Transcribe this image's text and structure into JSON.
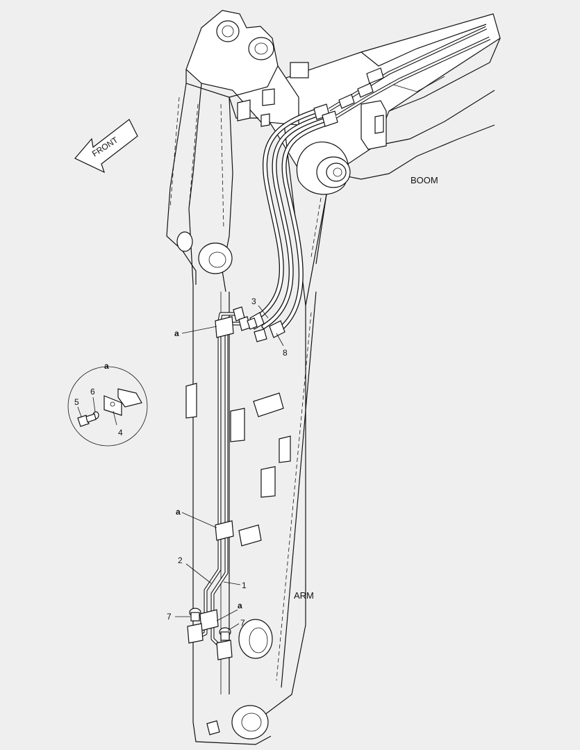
{
  "diagram": {
    "direction_label": "FRONT",
    "component_labels": {
      "boom": "BOOM",
      "arm": "ARM"
    },
    "detail_view": {
      "title": "a",
      "callouts": [
        "5",
        "6",
        "4"
      ]
    },
    "clamp_labels": [
      "a",
      "a",
      "a"
    ],
    "part_callouts": [
      "1",
      "2",
      "3",
      "7",
      "7",
      "8"
    ]
  }
}
